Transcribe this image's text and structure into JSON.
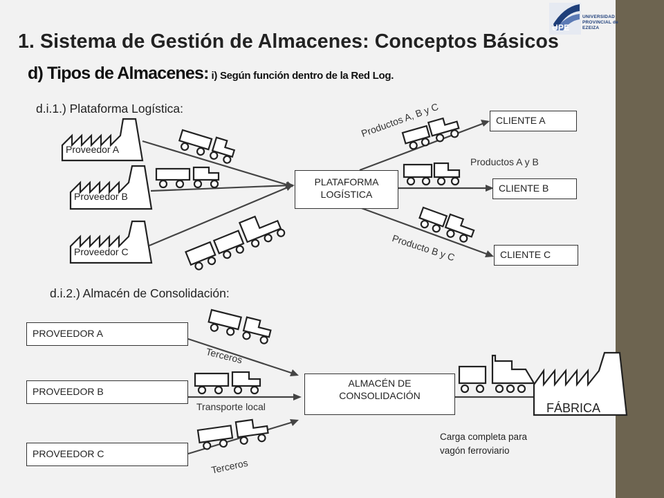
{
  "header": {
    "title": "1. Sistema de Gestión de Almacenes: Conceptos Básicos",
    "subtitle_main": "d) Tipos de Almacenes:",
    "subtitle_small": " i) Según función dentro de la Red Log.",
    "logo": {
      "abbr": "UPE",
      "line1": "UNIVERSIDAD",
      "line2": "PROVINCIAL de",
      "line3": "EZEIZA"
    }
  },
  "section1": {
    "heading": "d.i.1.) Plataforma Logística:",
    "suppliers": [
      "Proveedor A",
      "Proveedor B",
      "Proveedor C"
    ],
    "platform_line1": "PLATAFORMA",
    "platform_line2": "LOGÍSTICA",
    "clients": [
      "CLIENTE A",
      "CLIENTE B",
      "CLIENTE C"
    ],
    "route_labels": [
      "Productos A, B y C",
      "Productos A y B",
      "Producto B y C"
    ]
  },
  "section2": {
    "heading": "d.i.2.) Almacén de Consolidación:",
    "suppliers": [
      "PROVEEDOR A",
      "PROVEEDOR B",
      "PROVEEDOR C"
    ],
    "transport_labels": [
      "Terceros",
      "Transporte local",
      "Terceros"
    ],
    "warehouse_line1": "ALMACÉN DE",
    "warehouse_line2": "CONSOLIDACIÓN",
    "factory": "FÁBRICA",
    "rail_note_line1": "Carga completa para",
    "rail_note_line2": "vagón ferroviario"
  },
  "colors": {
    "sidebar": "#6d6450",
    "background": "#f2f2f2",
    "logo_blue": "#1f3f7a"
  }
}
